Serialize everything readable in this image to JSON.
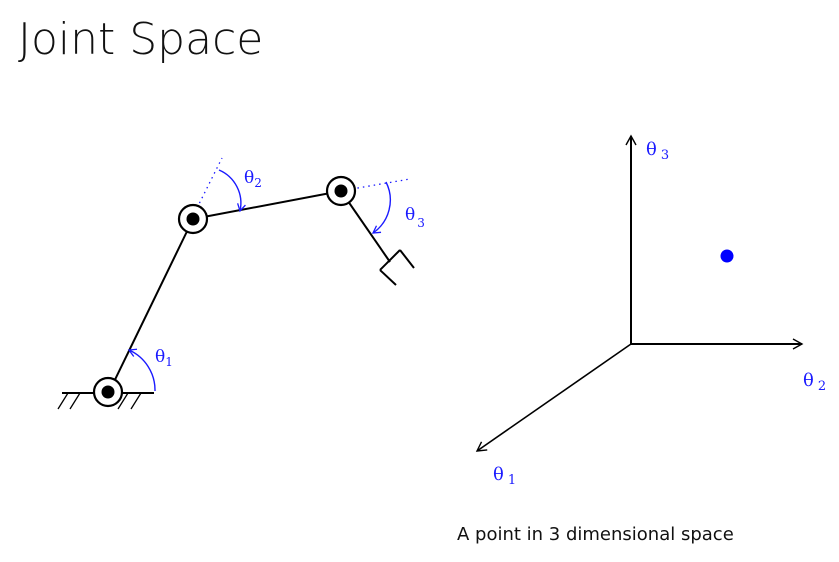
{
  "page": {
    "title": "Joint Space",
    "caption": "A point in 3 dimensional space"
  },
  "robot_arm": {
    "joint_labels": {
      "theta1": {
        "symbol": "θ",
        "sub": "1"
      },
      "theta2": {
        "symbol": "θ",
        "sub": "2"
      },
      "theta3": {
        "symbol": "θ",
        "sub": "3"
      }
    }
  },
  "joint_space_plot": {
    "axes": {
      "theta1": {
        "symbol": "θ",
        "sub": "1"
      },
      "theta2": {
        "symbol": "θ",
        "sub": "2"
      },
      "theta3": {
        "symbol": "θ",
        "sub": "3"
      }
    },
    "point_color": "#0000ff"
  },
  "colors": {
    "label": "#1a1aff",
    "line": "#000000"
  }
}
